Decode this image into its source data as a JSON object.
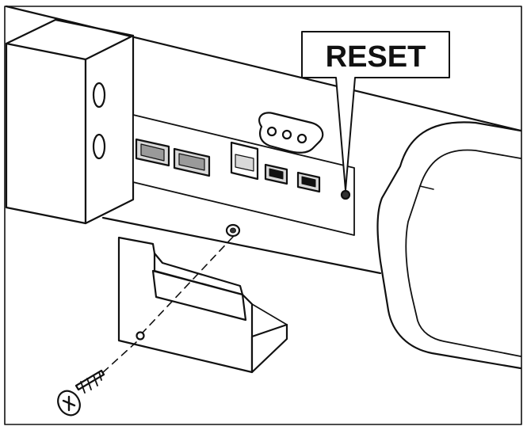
{
  "diagram": {
    "callout_label": "RESET",
    "colors": {
      "line": "#111111",
      "fill": "#ffffff",
      "port_fill": "#d9d9d9",
      "hole_fill": "#333333"
    },
    "parts": [
      "speaker-bar",
      "rear-connector-panel",
      "lan-port",
      "hdmi-port",
      "power-socket",
      "reset-button",
      "wall-bracket",
      "mounting-screw"
    ]
  }
}
